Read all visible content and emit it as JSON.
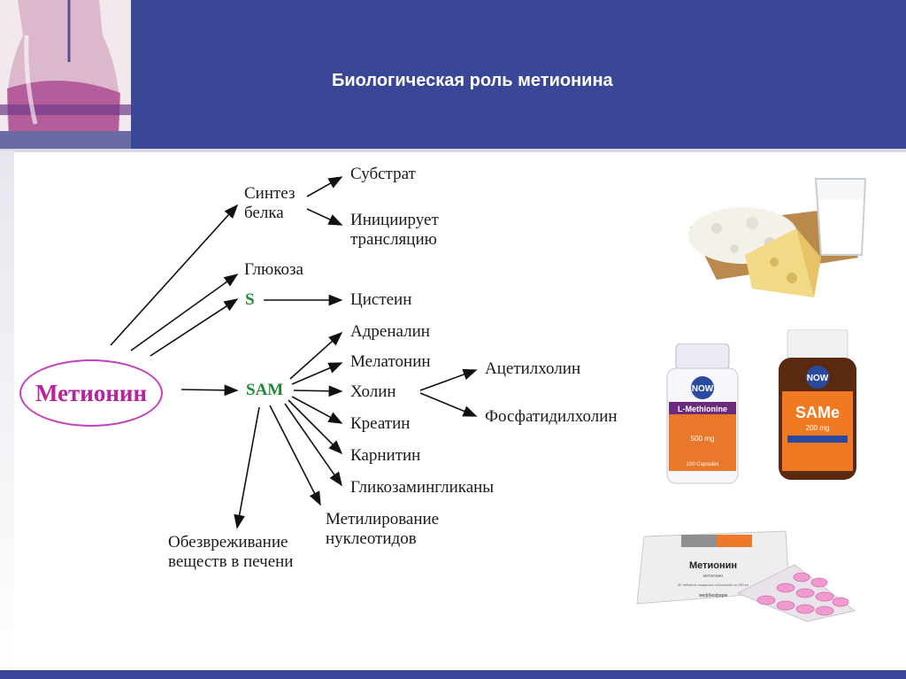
{
  "slide": {
    "title": "Биологическая роль метионина",
    "header_color": "#3a4797"
  },
  "diagram": {
    "root": "Метионин",
    "nodes": {
      "protein_synthesis": "Синтез\nбелка",
      "substrate": "Субстрат",
      "initiates_translation": "Инициирует\nтрансляцию",
      "glucose": "Глюкоза",
      "sulfur": "S",
      "cysteine": "Цистеин",
      "sam": "SAM",
      "adrenaline": "Адреналин",
      "melatonin": "Мелатонин",
      "choline": "Холин",
      "acetylcholine": "Ацетилхолин",
      "phosphatidylcholine": "Фосфатидилхолин",
      "creatine": "Креатин",
      "carnitine": "Карнитин",
      "glycosaminoglycans": "Гликозамингликаны",
      "nucleotide_methylation": "Метилирование\nнуклеотидов",
      "liver_detox": "Обезвреживание\nвеществ в печени"
    }
  },
  "products": {
    "now_label": "NOW",
    "l_methionine_label": "L-Methionine",
    "l_methionine_dose": "500 mg",
    "l_methionine_count": "100 Capsules",
    "same_label": "SAMe",
    "same_dose": "200 mg",
    "methionine_box": "Метионин",
    "methionine_box_sub": "метионин",
    "methionine_box_info": "50 таблеток покрытых оболочкой по 250 мг",
    "maker": "мефбиофарм"
  }
}
